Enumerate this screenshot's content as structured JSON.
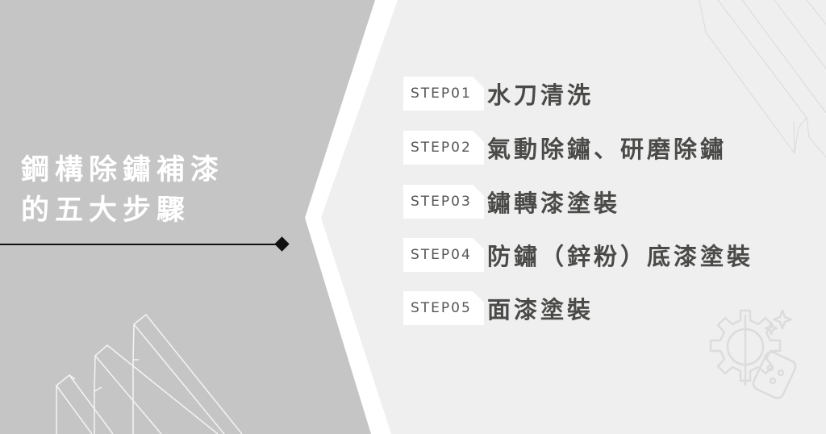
{
  "title": {
    "line1": "鋼構除鏽補漆",
    "line2": "的五大步驟"
  },
  "steps": [
    {
      "label": "STEP01",
      "text": "水刀清洗"
    },
    {
      "label": "STEP02",
      "text": "氣動除鏽、研磨除鏽"
    },
    {
      "label": "STEP03",
      "text": "鏽轉漆塗裝"
    },
    {
      "label": "STEP04",
      "text": "防鏽（鋅粉）底漆塗裝"
    },
    {
      "label": "STEP05",
      "text": "面漆塗裝"
    }
  ],
  "colors": {
    "left_panel": "#c6c5c6",
    "right_panel": "#efefef",
    "chevron_band": "#ffffff",
    "title_text": "#ffffff",
    "step_text": "#4a4a48",
    "badge_bg": "#ffffff",
    "badge_text": "#555555",
    "divider": "#111111"
  }
}
